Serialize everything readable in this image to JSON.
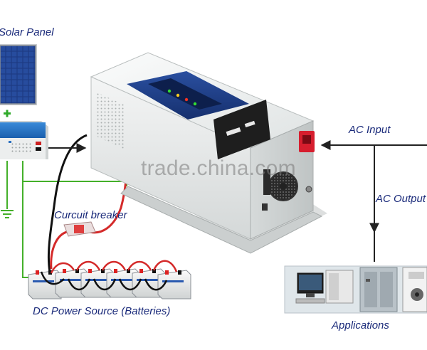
{
  "labels": {
    "solar_panel": "Solar Panel",
    "ac_input": "AC Input",
    "ac_output": "AC Output",
    "circuit_breaker": "Curcuit breaker",
    "dc_power_source": "DC Power  Source (Batteries)",
    "applications": "Applications"
  },
  "watermark": "trade.china.com",
  "colors": {
    "label_text": "#1a2a7a",
    "dc_wire_red": "#d42a2a",
    "dc_wire_black": "#111111",
    "ground_wire_green": "#44b02a",
    "flow_arrow": "#222222",
    "inverter_body": "#eef0f0",
    "controller_blue": "#1e6fc0"
  },
  "icons": [
    "solar-panel-icon",
    "charge-controller-icon",
    "inverter-icon",
    "battery-icon",
    "circuit-breaker-icon",
    "computer-icon",
    "cabinet-icon",
    "air-conditioner-icon",
    "ground-icon"
  ]
}
